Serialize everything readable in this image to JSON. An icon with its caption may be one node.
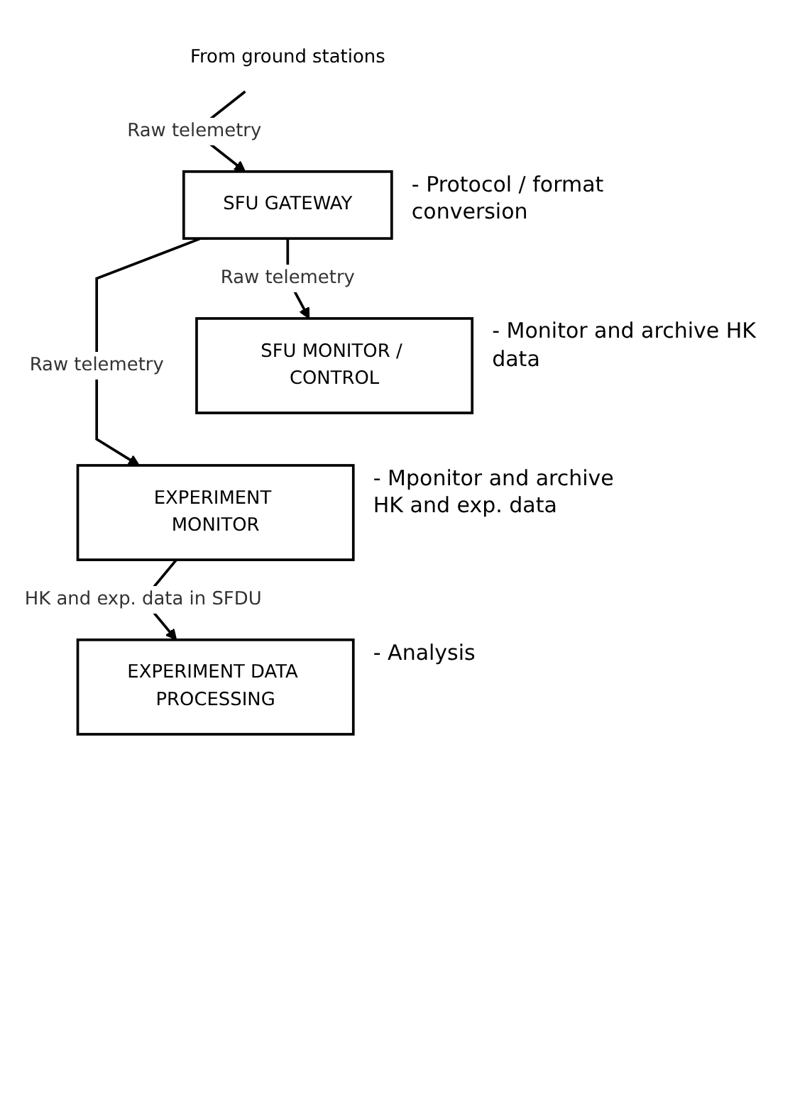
{
  "diagram": {
    "nodes": [
      {
        "text": [
          "From ground stations"
        ]
      },
      {
        "text": [
          "SFU GATEWAY"
        ],
        "beside": [
          "- Protocol / format conversion"
        ]
      },
      {
        "text": [
          "SFU MONITOR / CONTROL"
        ],
        "beside": [
          "- Monitor and archive HK data"
        ]
      },
      {
        "text": [
          "EXPERIMENT MONITOR"
        ],
        "beside": [
          "- Mponitor and archive HK and exp. data"
        ]
      },
      {
        "text": [
          "EXPERIMENT DATA PROCESSING"
        ],
        "beside": [
          "- Analysis"
        ]
      }
    ],
    "edges": [
      {
        "from": 0,
        "to": 1,
        "arrow": "to",
        "label": "Raw telemetry"
      },
      {
        "from": 1,
        "to": 2,
        "arrow": "to",
        "label": "Raw telemetry"
      },
      {
        "from": 1,
        "to": 3,
        "arrow": "to",
        "label": "Raw telemetry"
      },
      {
        "from": 3,
        "to": 4,
        "arrow": "to",
        "label": "HK and exp. data in SFDU"
      }
    ]
  }
}
